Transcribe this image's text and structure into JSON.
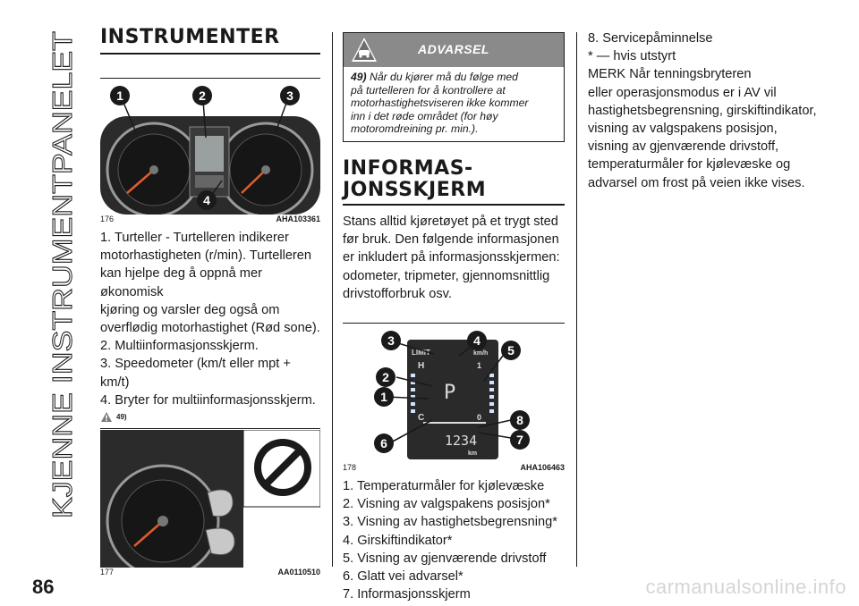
{
  "side_title": "KJENNE INSTRUMENTPANELET",
  "page_number": "86",
  "watermark": "carmanualsonline.info",
  "col1": {
    "heading": "INSTRUMENTER",
    "fig176": {
      "number": "176",
      "code": "AHA103361",
      "callouts": [
        "1",
        "2",
        "3",
        "4"
      ]
    },
    "items": [
      "1. Turteller - Turtelleren indikerer",
      "motorhastigheten (r/min). Turtelleren",
      "kan hjelpe deg å oppnå mer økonomisk",
      "kjøring og varsler deg også om",
      "overflødig motorhastighet (Rød sone).",
      "2. Multiinformasjonsskjerm.",
      "3. Speedometer (km/t eller mpt + km/t)",
      "4. Bryter for multiinformasjonsskjerm."
    ],
    "note_ref": "49)",
    "fig177": {
      "number": "177",
      "code": "AA0110510"
    }
  },
  "col2": {
    "warning": {
      "title": "ADVARSEL",
      "number": "49)",
      "lines": [
        "Når du kjører må du følge med",
        "på turtelleren for å kontrollere at",
        "motorhastighetsviseren ikke kommer",
        "inn i det røde området (for høy",
        "motoromdreining pr. min.)."
      ]
    },
    "heading_line1": "INFORMAS-",
    "heading_line2": "JONSSKJERM",
    "intro": [
      "Stans alltid kjøretøyet på et trygt sted",
      "før bruk. Den følgende informasjonen",
      "er inkludert på informasjonsskjermen:",
      "odometer, tripmeter, gjennomsnittlig",
      "drivstofforbruk osv."
    ],
    "fig178": {
      "number": "178",
      "code": "AHA106463",
      "callouts": [
        "1",
        "2",
        "3",
        "4",
        "5",
        "6",
        "7",
        "8"
      ],
      "display": {
        "limit": "LIMIT",
        "h": "H",
        "c": "C",
        "one": "1",
        "zero": "0",
        "speed_unit": "km/h",
        "odo": "1234",
        "odo_unit": "km"
      }
    },
    "items": [
      "1. Temperaturmåler for kjølevæske",
      "2. Visning av valgspakens posisjon*",
      "3. Visning av hastighetsbegrensning*",
      "4. Girskiftindikator*",
      "5. Visning av gjenværende drivstoff",
      "6. Glatt vei advarsel*",
      "7. Informasjonsskjerm"
    ]
  },
  "col3": {
    "lines": [
      "8. Servicepåminnelse",
      "* — hvis utstyrt",
      "MERK Når tenningsbryteren",
      "eller operasjonsmodus er i AV vil",
      "hastighetsbegrensning, girskiftindikator,",
      "visning av valgspakens posisjon,",
      "visning av gjenværende drivstoff,",
      "temperaturmåler for kjølevæske og",
      "advarsel om frost på veien ikke vises."
    ]
  }
}
